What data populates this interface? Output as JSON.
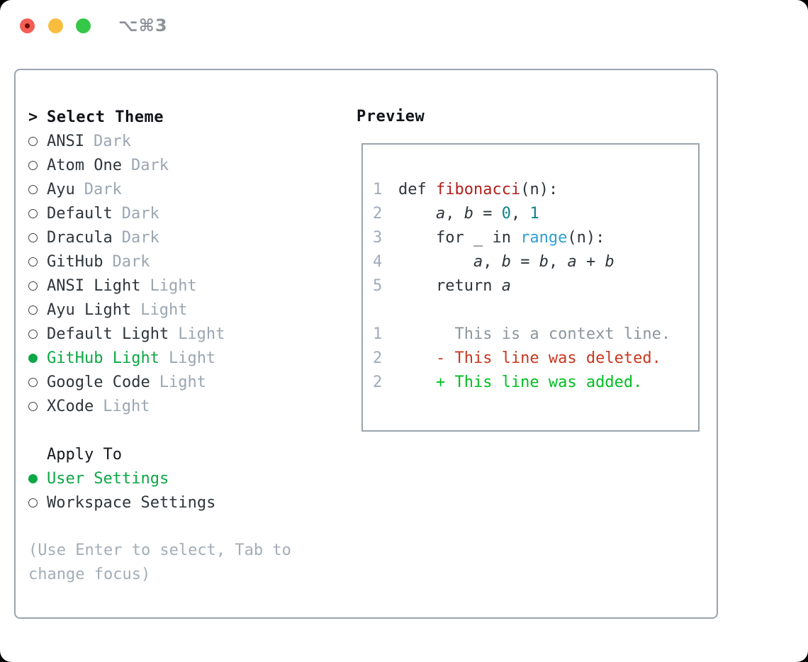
{
  "window": {
    "title": "⌥⌘3",
    "traffic_lights": [
      "close",
      "minimize",
      "zoom"
    ]
  },
  "colors": {
    "accent_green": "#0ca845",
    "added_green": "#00bf22",
    "deleted_red": "#c9381f",
    "function_red": "#b0211c",
    "number_teal": "#0c8288",
    "builtin_blue": "#2f9fd6",
    "muted_gray": "#9ba6b2",
    "border_gray": "#9aa4ae",
    "traffic_red": "#f35d54",
    "traffic_yellow": "#f9bd3e",
    "traffic_green": "#35c748"
  },
  "theme_panel": {
    "prompt": ">",
    "header": "Select Theme",
    "items": [
      {
        "name": "ANSI",
        "tag": "Dark",
        "selected": false
      },
      {
        "name": "Atom One",
        "tag": "Dark",
        "selected": false
      },
      {
        "name": "Ayu",
        "tag": "Dark",
        "selected": false
      },
      {
        "name": "Default",
        "tag": "Dark",
        "selected": false
      },
      {
        "name": "Dracula",
        "tag": "Dark",
        "selected": false
      },
      {
        "name": "GitHub",
        "tag": "Dark",
        "selected": false
      },
      {
        "name": "ANSI Light",
        "tag": "Light",
        "selected": false
      },
      {
        "name": "Ayu Light",
        "tag": "Light",
        "selected": false
      },
      {
        "name": "Default Light",
        "tag": "Light",
        "selected": false
      },
      {
        "name": "GitHub Light",
        "tag": "Light",
        "selected": true
      },
      {
        "name": "Google Code",
        "tag": "Light",
        "selected": false
      },
      {
        "name": "XCode",
        "tag": "Light",
        "selected": false
      }
    ],
    "apply_to": {
      "header": "Apply To",
      "options": [
        {
          "label": "User Settings",
          "selected": true
        },
        {
          "label": "Workspace Settings",
          "selected": false
        }
      ]
    },
    "hint_line1": "(Use Enter to select, Tab to",
    "hint_line2": "change focus)"
  },
  "preview": {
    "header": "Preview",
    "code": [
      {
        "n": "1",
        "segs": [
          {
            "t": "def ",
            "c": "fg"
          },
          {
            "t": "fibonacci",
            "c": "func"
          },
          {
            "t": "(n):",
            "c": "fg"
          }
        ]
      },
      {
        "n": "2",
        "segs": [
          {
            "t": "    ",
            "c": "fg"
          },
          {
            "t": "a",
            "c": "var"
          },
          {
            "t": ", ",
            "c": "fg"
          },
          {
            "t": "b",
            "c": "var"
          },
          {
            "t": " = ",
            "c": "fg"
          },
          {
            "t": "0",
            "c": "num"
          },
          {
            "t": ", ",
            "c": "fg"
          },
          {
            "t": "1",
            "c": "num"
          }
        ]
      },
      {
        "n": "3",
        "segs": [
          {
            "t": "    for _ in ",
            "c": "fg"
          },
          {
            "t": "range",
            "c": "builtin"
          },
          {
            "t": "(n):",
            "c": "fg"
          }
        ]
      },
      {
        "n": "4",
        "segs": [
          {
            "t": "        ",
            "c": "fg"
          },
          {
            "t": "a",
            "c": "var"
          },
          {
            "t": ", ",
            "c": "fg"
          },
          {
            "t": "b",
            "c": "var"
          },
          {
            "t": " = ",
            "c": "fg"
          },
          {
            "t": "b",
            "c": "var"
          },
          {
            "t": ", ",
            "c": "fg"
          },
          {
            "t": "a",
            "c": "var"
          },
          {
            "t": " + ",
            "c": "fg"
          },
          {
            "t": "b",
            "c": "var"
          }
        ]
      },
      {
        "n": "5",
        "segs": [
          {
            "t": "    return ",
            "c": "fg"
          },
          {
            "t": "a",
            "c": "var"
          }
        ]
      }
    ],
    "diff": [
      {
        "n": "1",
        "segs": [
          {
            "t": "      This is a context line.",
            "c": "ctx"
          }
        ]
      },
      {
        "n": "2",
        "segs": [
          {
            "t": "    - This line was deleted.",
            "c": "del"
          }
        ]
      },
      {
        "n": "2",
        "segs": [
          {
            "t": "    + This line was added.",
            "c": "add"
          }
        ]
      }
    ]
  }
}
